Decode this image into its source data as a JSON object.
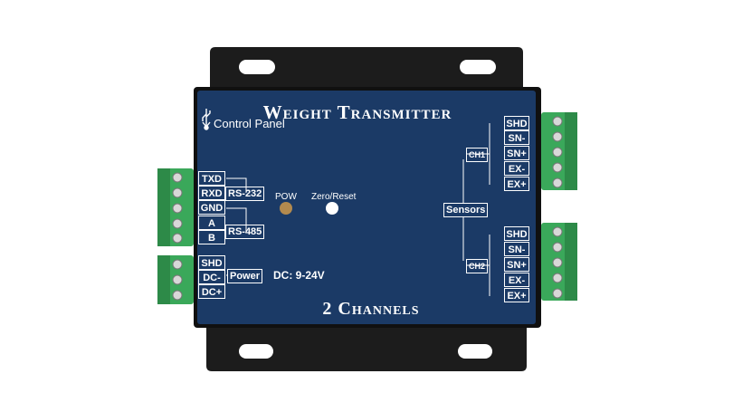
{
  "device": {
    "title": "Weight Transmitter",
    "subtitle": "2 Channels",
    "control_panel": "Control Panel",
    "usb_icon": "usb-icon",
    "power_spec": "DC: 9-24V",
    "led_pow": "POW",
    "led_zero_reset": "Zero/Reset",
    "comm_pins": [
      "TXD",
      "RXD",
      "GND",
      "A",
      "B"
    ],
    "rs232": "RS-232",
    "rs485": "RS-485",
    "power_pins": [
      "SHD",
      "DC-",
      "DC+"
    ],
    "power_label": "Power",
    "sensors_label": "Sensors",
    "ch1_label": "CH1",
    "ch2_label": "CH2",
    "ch1_pins": [
      "SHD",
      "SN-",
      "SN+",
      "EX-",
      "EX+"
    ],
    "ch2_pins": [
      "SHD",
      "SN-",
      "SN+",
      "EX-",
      "EX+"
    ],
    "colors": {
      "panel": "#1b3a66",
      "frame": "#1c1c1c",
      "terminal": "#3aa85a",
      "led_pow": "#b38a4e",
      "led_zero": "#ffffff"
    }
  }
}
